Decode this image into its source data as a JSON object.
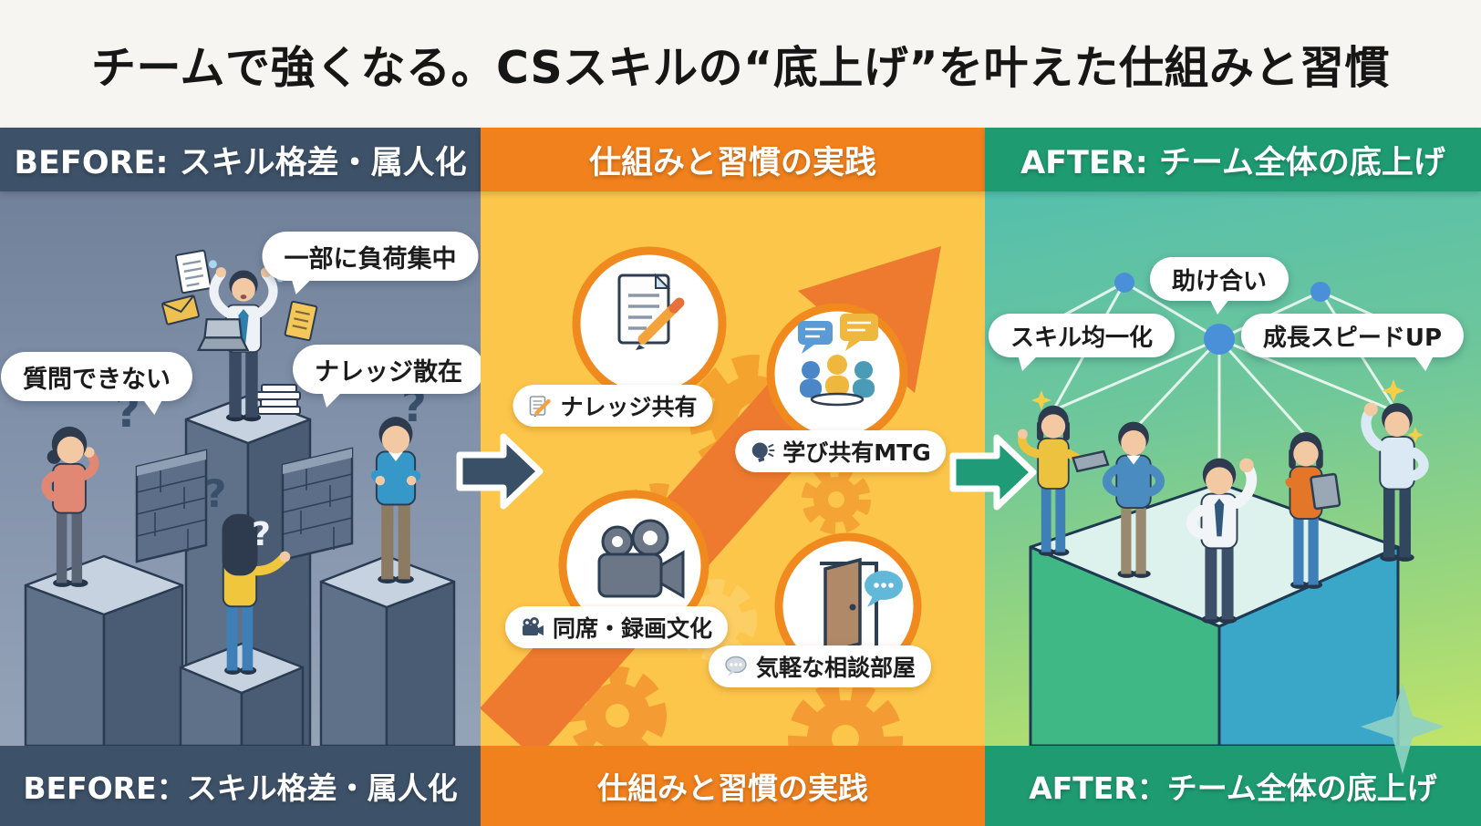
{
  "title": "チームで強くなる。CSスキルの“底上げ”を叶えた仕組みと習慣",
  "colors": {
    "title-bg": "#f7f5f1",
    "title-text": "#161616",
    "before-accent": "#3d5168",
    "practice-accent": "#f0811d",
    "practice-body": "#fcc64b",
    "after-accent": "#1f9b72",
    "arrow-left": "#3a5067",
    "arrow-right": "#1f9b77"
  },
  "panels": {
    "before": {
      "header": "BEFORE: スキル格差・属人化",
      "footer": "BEFORE：スキル格差・属人化",
      "bubbles": [
        "一部に負荷集中",
        "質問できない",
        "ナレッジ散在"
      ]
    },
    "practice": {
      "header": "仕組みと習慣の実践",
      "footer": "仕組みと習慣の実践",
      "items": [
        {
          "icon": "memo-icon",
          "label": "ナレッジ共有"
        },
        {
          "icon": "speaking-head-icon",
          "label": "学び共有MTG"
        },
        {
          "icon": "movie-camera-icon",
          "label": "同席・録画文化"
        },
        {
          "icon": "speech-balloon-icon",
          "label": "気軽な相談部屋"
        }
      ]
    },
    "after": {
      "header": "AFTER: チーム全体の底上げ",
      "footer": "AFTER：チーム全体の底上げ",
      "bubbles": [
        "助け合い",
        "スキル均一化",
        "成長スピードUP"
      ]
    }
  }
}
